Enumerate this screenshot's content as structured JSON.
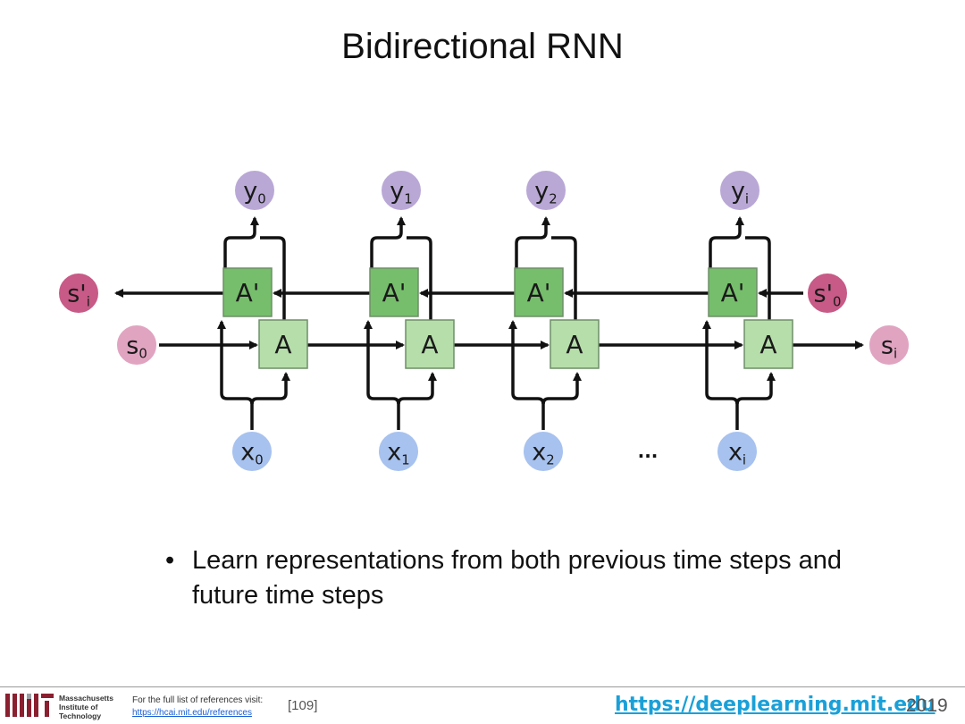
{
  "title": "Bidirectional RNN",
  "diagram": {
    "columns": [
      {
        "output": {
          "main": "y",
          "sub": "0"
        },
        "input": {
          "main": "x",
          "sub": "0"
        },
        "forward_cell": "A",
        "backward_cell": "A'"
      },
      {
        "output": {
          "main": "y",
          "sub": "1"
        },
        "input": {
          "main": "x",
          "sub": "1"
        },
        "forward_cell": "A",
        "backward_cell": "A'"
      },
      {
        "output": {
          "main": "y",
          "sub": "2"
        },
        "input": {
          "main": "x",
          "sub": "2"
        },
        "forward_cell": "A",
        "backward_cell": "A'"
      },
      {
        "output": {
          "main": "y",
          "sub": "i"
        },
        "input": {
          "main": "x",
          "sub": "i"
        },
        "forward_cell": "A",
        "backward_cell": "A'"
      }
    ],
    "ellipsis": "...",
    "backward_end_state": {
      "main": "s'",
      "sub": "i"
    },
    "backward_start_state": {
      "main": "s'",
      "sub": "0"
    },
    "forward_start_state": {
      "main": "s",
      "sub": "0"
    },
    "forward_end_state": {
      "main": "s",
      "sub": "i"
    },
    "colors": {
      "output_node": "#b9a8d6",
      "input_node": "#a7c2ef",
      "backward_state": "#c75a86",
      "forward_state": "#e0a4c1",
      "backward_cell": "#76be6c",
      "forward_cell": "#b6deaa",
      "arrow": "#111111"
    }
  },
  "bullets": [
    "Learn representations from both previous time steps and future time steps"
  ],
  "footer": {
    "institute_lines": [
      "Massachusetts",
      "Institute of",
      "Technology"
    ],
    "refs_text": "For the full list of references visit:",
    "refs_url": "https://hcai.mit.edu/references",
    "ref_number": "[109]",
    "site_url": "https://deeplearning.mit.edu",
    "year": "2019"
  }
}
